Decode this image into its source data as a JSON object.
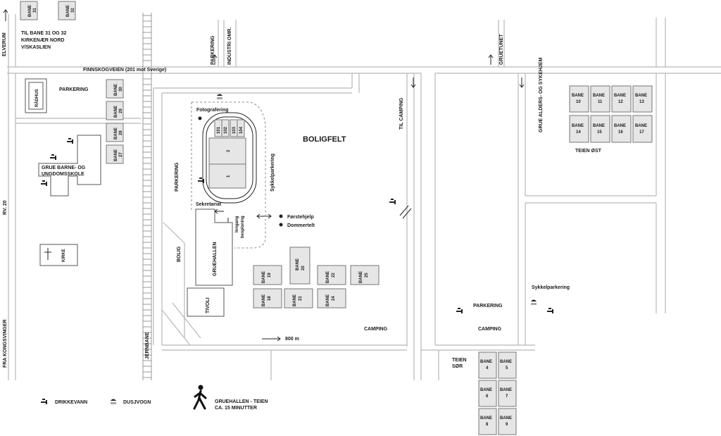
{
  "roads": {
    "finnskogveien": "FINNSKOGVEIEN (201 mot Sverige)",
    "elverum": "ELVERUM",
    "rv20": "RV. 20",
    "fra_kongsvinger": "FRA KONGSVINGER",
    "jernbane": "JERNBANE",
    "parkering_top": "PARKERING",
    "industri": "INDUSTRI OMR.",
    "gruetunet": "GRUETUNET",
    "til_camping": "TIL CAMPING",
    "grue_aldershjem": "GRUE ALDERS- OG SYKEHJEM"
  },
  "labels": {
    "til_bane_31": "TIL BANE 31 OG 32",
    "kirkenaer": "KIRKENÆR NORD",
    "skaslien": "V/SKASLIEN",
    "radhus": "RÅDHUS",
    "parkering_left": "PARKERING",
    "skole_1": "GRUE BARNE- OG",
    "skole_2": "UNGDOMSSKOLE",
    "kirke": "KIRKE",
    "parkering_center": "PARKERING",
    "bolig": "BOLIG",
    "gruehallen": "GRUEHALLEN",
    "tivoli": "TIVOLI",
    "fotografering": "Fotografering",
    "sekretariat": "Sekretariat",
    "inngang_1": "Inngang",
    "inngang_2": "bespisning",
    "sykkelparkering_v": "Sykkelparkering",
    "forstehjelp": "Førstehjelp",
    "dommertelt": "Dommertelt",
    "boligfelt": "BOLIGFELT",
    "camping_center": "CAMPING",
    "distance": "800 m",
    "teien_ost": "TEIEN ØST",
    "sykkelparkering_r": "Sykkelparkering",
    "parkering_right": "PARKERING",
    "camping_right": "CAMPING",
    "teien_sor_1": "TEIEN",
    "teien_sor_2": "SØR"
  },
  "fields": {
    "f1": "1",
    "f2": "2",
    "f101": "101",
    "f102": "102",
    "f103": "103",
    "f104": "104"
  },
  "bane_word": "BANE",
  "courts": {
    "b31": "31",
    "b32": "32",
    "b30": "30",
    "b29": "29",
    "b28": "28",
    "b27": "27",
    "b19": "19",
    "b18": "18",
    "b20": "20",
    "b21": "21",
    "b22": "22",
    "b24": "24",
    "b25": "25",
    "b10": "10",
    "b11": "11",
    "b12": "12",
    "b13": "13",
    "b14": "14",
    "b15": "15",
    "b16": "16",
    "b17": "17",
    "b4": "4",
    "b5": "5",
    "b6": "6",
    "b7": "7",
    "b8": "8",
    "b9": "9"
  },
  "legend": {
    "drikkevann": "DRIKKEVANN",
    "dusjvogn": "DUSJVOGN",
    "walk_1": "GRUEHALLEN - TEIEN",
    "walk_2": "CA. 15 MINUTTER"
  }
}
